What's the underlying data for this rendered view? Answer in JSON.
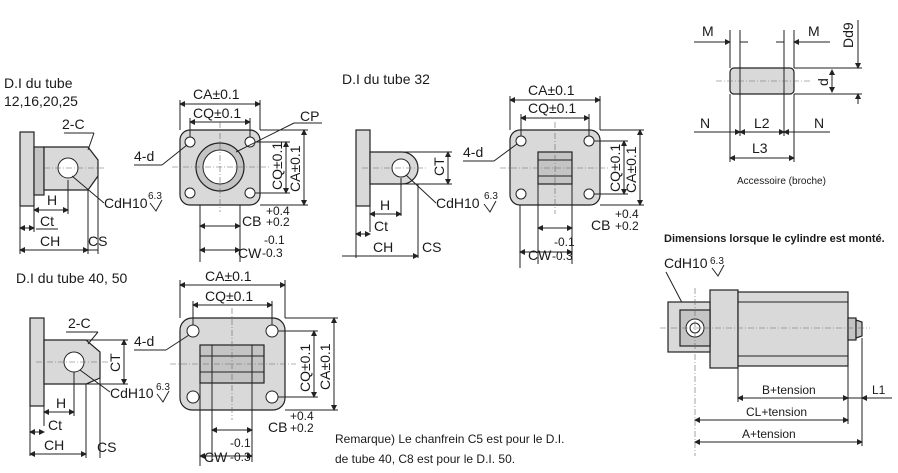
{
  "labels": {
    "tube_small": "D.I du tube",
    "tube_small_sizes": "12,16,20,25",
    "tube_32": "D.I du tube 32",
    "tube_40_50": "D.I du tube 40, 50",
    "accessory": "Accessoire (broche)",
    "mounted": "Dimensions lorsque le cylindre est monté.",
    "remark_line1": "Remarque) Le chanfrein C5 est pour le D.I.",
    "remark_line2": "de tube 40, C8 est pour le D.I. 50."
  },
  "dims": {
    "ca": "CA±0.1",
    "cq": "CQ±0.1",
    "cp": "CP",
    "four_d": "4-d",
    "two_c": "2-C",
    "h": "H",
    "ct": "Ct",
    "ch": "CH",
    "cs": "CS",
    "ct_v": "CT",
    "cd": "CdH10",
    "roughness": "6.3",
    "cb": "CB",
    "cb_tol_up": "+0.4",
    "cb_tol_dn": "+0.2",
    "cw": "CW",
    "cw_tol_up": "-0.1",
    "cw_tol_dn": "-0.3",
    "m": "M",
    "n": "N",
    "l2": "L2",
    "l3": "L3",
    "d_pin": "d",
    "dd9": "Dd9",
    "b_tension": "B+tension",
    "cl_tension": "CL+tension",
    "a_tension": "A+tension",
    "l1": "L1"
  }
}
